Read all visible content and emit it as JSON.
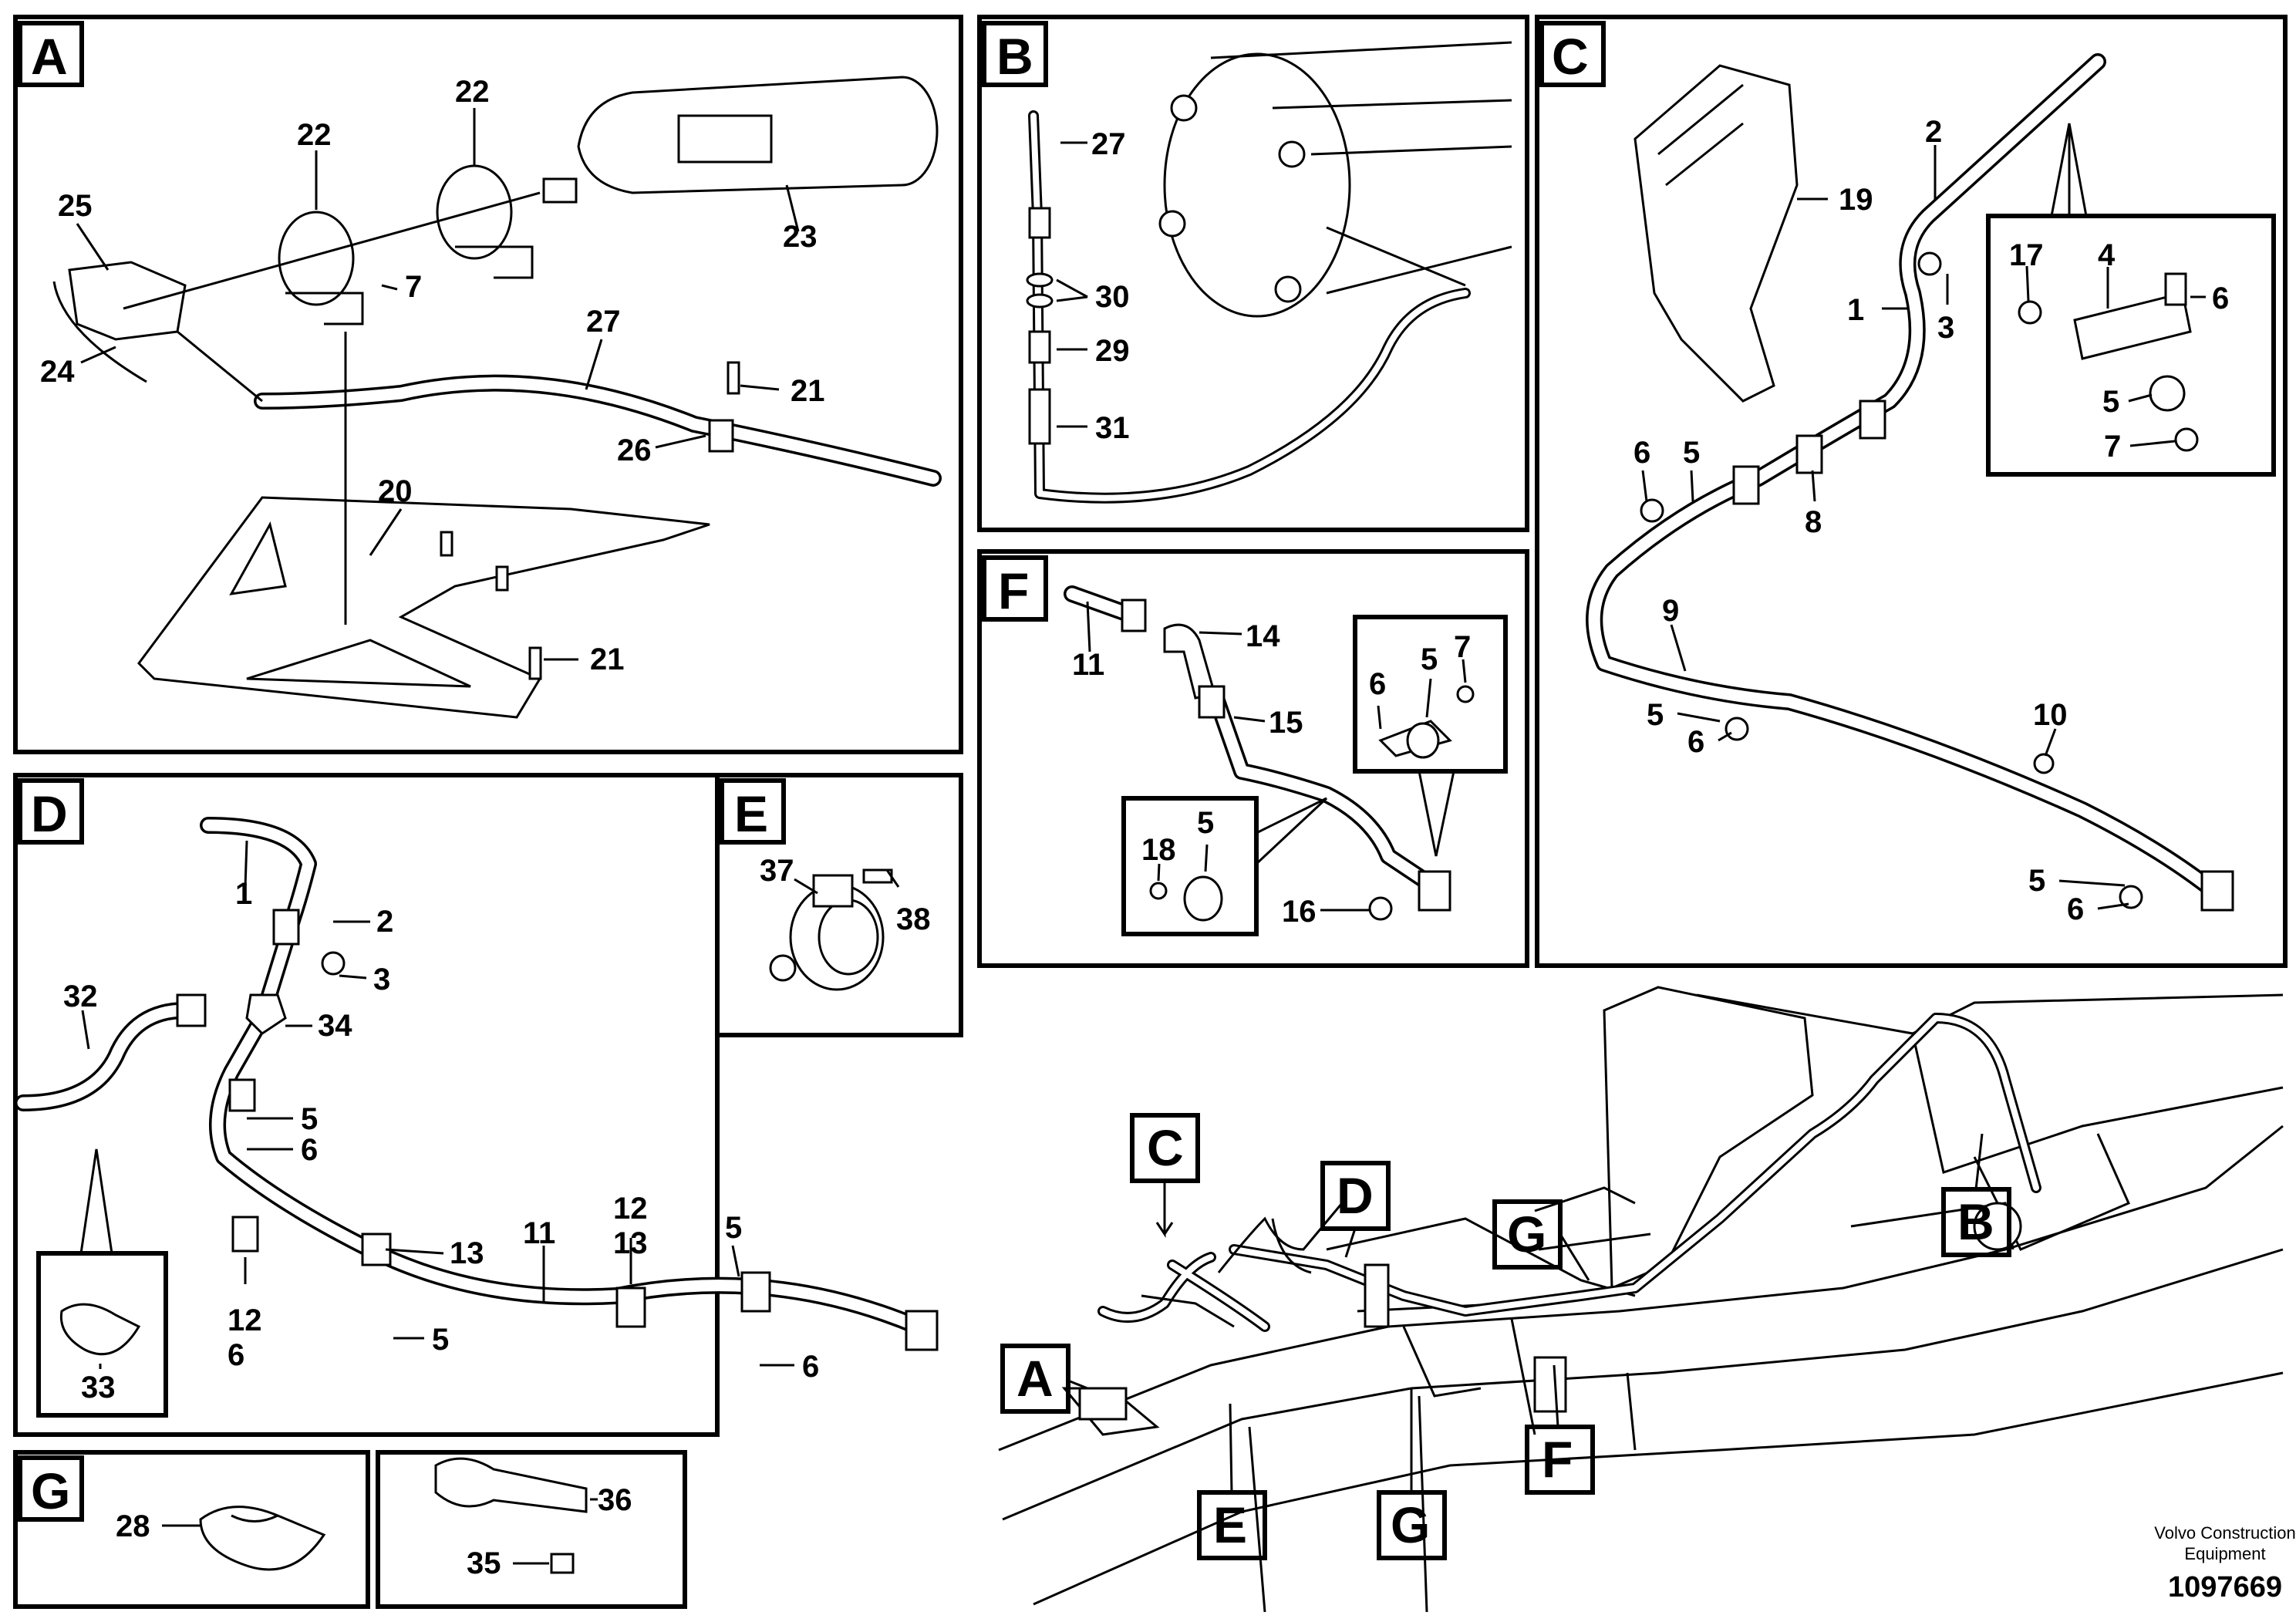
{
  "panels": {
    "A": {
      "letter": "A",
      "labels": [
        "22",
        "22",
        "25",
        "23",
        "7",
        "24",
        "27",
        "21",
        "26",
        "20",
        "21"
      ]
    },
    "B": {
      "letter": "B",
      "labels": [
        "27",
        "30",
        "29",
        "31"
      ]
    },
    "C": {
      "letter": "C",
      "labels": [
        "2",
        "19",
        "1",
        "3",
        "17",
        "4",
        "6",
        "5",
        "7",
        "6",
        "5",
        "8",
        "9",
        "10",
        "5",
        "6",
        "5",
        "6"
      ]
    },
    "F": {
      "letter": "F",
      "labels": [
        "11",
        "14",
        "15",
        "7",
        "6",
        "5",
        "18",
        "5",
        "16"
      ]
    },
    "D": {
      "letter": "D",
      "labels": [
        "1",
        "2",
        "3",
        "32",
        "34",
        "5",
        "6",
        "12",
        "13",
        "5",
        "11",
        "5",
        "12",
        "13",
        "6",
        "6",
        "33"
      ]
    },
    "E": {
      "letter": "E",
      "labels": [
        "37",
        "38"
      ]
    },
    "G": {
      "letter": "G",
      "labels": [
        "28"
      ]
    },
    "H": {
      "letter": "",
      "labels": [
        "36",
        "35"
      ]
    }
  },
  "overview": {
    "callouts": [
      "C",
      "D",
      "G",
      "B",
      "A",
      "E",
      "G",
      "F"
    ]
  },
  "footer": {
    "brand_line1": "Volvo Construction",
    "brand_line2": "Equipment",
    "doc_number": "1097669"
  }
}
